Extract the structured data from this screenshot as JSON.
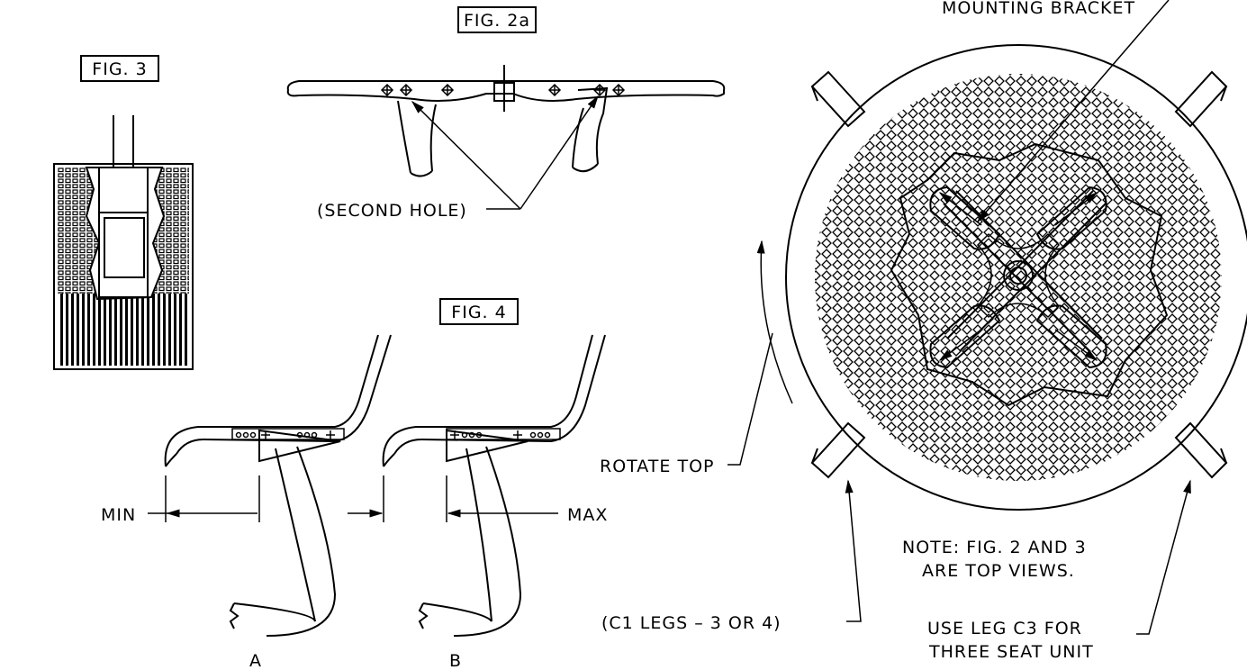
{
  "labels": {
    "fig2a": "FIG. 2a",
    "fig3": "FIG. 3",
    "fig4": "FIG. 4",
    "mounting_bracket": "MOUNTING BRACKET",
    "second_hole": "(SECOND HOLE)",
    "rotate_top": "ROTATE TOP",
    "min": "MIN",
    "max": "MAX",
    "a": "A",
    "b": "B",
    "c1_legs": "(C1 LEGS – 3 OR 4)",
    "note_line1": "NOTE: FIG. 2 AND 3",
    "note_line2": "ARE TOP VIEWS.",
    "c3_line1": "USE LEG C3 FOR",
    "c3_line2": "THREE SEAT UNIT"
  }
}
